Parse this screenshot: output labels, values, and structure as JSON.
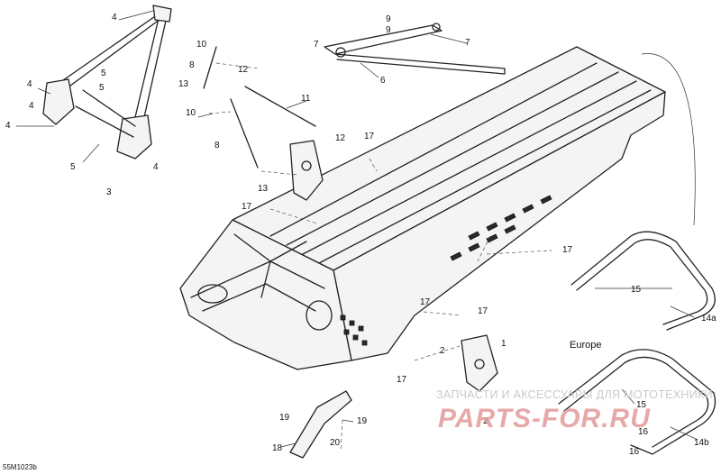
{
  "figure_code": "55M1023b",
  "region_label": "Europe",
  "watermark": {
    "tagline": "ЗАПЧАСТИ И АКСЕССУАРЫ ДЛЯ МОТОТЕХНИКИ",
    "logo": "PARTS-FOR.RU"
  },
  "callouts": [
    "1",
    "2",
    "2",
    "3",
    "4",
    "4",
    "4",
    "4",
    "5",
    "5",
    "5",
    "6",
    "7",
    "7",
    "8",
    "8",
    "9",
    "9",
    "10",
    "10",
    "11",
    "12",
    "12",
    "13",
    "13",
    "14a",
    "14b",
    "15",
    "15",
    "16",
    "16",
    "17",
    "17",
    "17",
    "17",
    "17",
    "17",
    "18",
    "19",
    "19",
    "20"
  ]
}
